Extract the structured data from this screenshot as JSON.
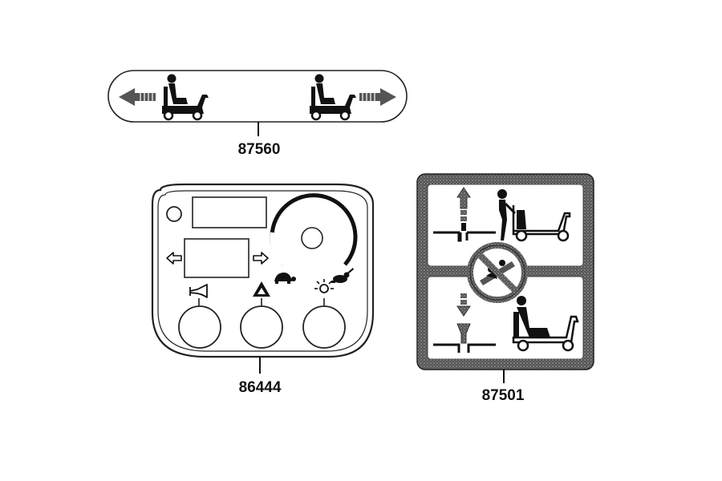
{
  "parts": [
    {
      "id": "decal-direction",
      "part_number": "87560"
    },
    {
      "id": "control-panel",
      "part_number": "86444"
    },
    {
      "id": "warning-decal",
      "part_number": "87501"
    }
  ],
  "icons": {
    "decal_87560": [
      "arrow-left-icon",
      "scooter-rider-icon",
      "scooter-rider-icon",
      "arrow-right-icon"
    ],
    "panel_86444": [
      "indicator-lamp-icon",
      "display-window-icon",
      "arrow-left-icon",
      "arrow-right-icon",
      "speed-dial-icon",
      "turtle-icon",
      "rabbit-icon",
      "horn-icon",
      "hazard-icon",
      "light-icon"
    ],
    "decal_87501": [
      "arrow-up-icon",
      "person-pushing-scooter-icon",
      "arrow-down-icon",
      "scooter-rider-icon",
      "no-riding-prohibition-icon"
    ]
  }
}
